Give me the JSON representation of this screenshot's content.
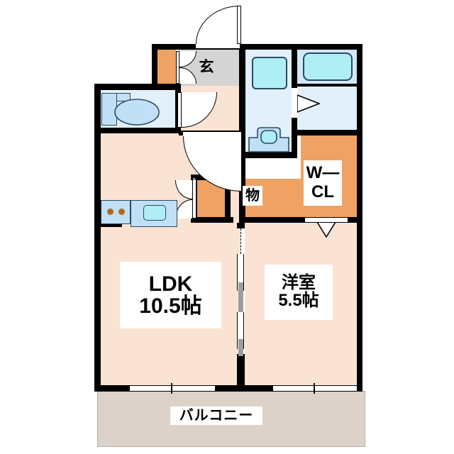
{
  "plan": {
    "type": "japanese-apartment-floorplan",
    "layout_type": "1LDK",
    "rooms": [
      {
        "id": "ldk",
        "name": "LDK",
        "size": "10.5帖",
        "floor_color": "#FBE3D4"
      },
      {
        "id": "bedroom",
        "name": "洋室",
        "size": "5.5帖",
        "floor_color": "#FBE3D4"
      },
      {
        "id": "entrance",
        "name": "玄",
        "size": "",
        "floor_color": "#D4D4D4"
      },
      {
        "id": "walkin",
        "name": "W—\nCL",
        "size": "",
        "floor_color": "#EFA263"
      },
      {
        "id": "storage",
        "name": "物",
        "size": "",
        "floor_color": "#EFA263"
      },
      {
        "id": "balcony",
        "name": "バルコニー",
        "size": "",
        "floor_color": "#DCD2C9"
      }
    ],
    "labels": {
      "ldk_name": "LDK",
      "ldk_size": "10.5帖",
      "bedroom_name": "洋室",
      "bedroom_size": "5.5帖",
      "entrance": "玄",
      "walkin_line1": "W—",
      "walkin_line2": "CL",
      "storage": "物",
      "balcony": "バルコニー"
    },
    "fixtures": [
      {
        "id": "kitchen-stove",
        "name": "2口コンロ"
      },
      {
        "id": "kitchen-sink",
        "name": "シンク"
      },
      {
        "id": "vanity-basin",
        "name": "洗面台"
      },
      {
        "id": "washer-pan",
        "name": "洗濯機置場"
      },
      {
        "id": "toilet",
        "name": "トイレ"
      },
      {
        "id": "bathtub",
        "name": "浴槽"
      },
      {
        "id": "shoe-cabinet",
        "name": "下駄箱"
      }
    ],
    "colors": {
      "wall": "#000000",
      "floor": "#FBE3D4",
      "entrance_floor": "#D4D4D4",
      "wet_floor": "#E2F0FB",
      "bath_floor": "#D2E7F8",
      "closet": "#EFA263",
      "balcony": "#DCD2C9",
      "fixture_fill": "#BFE0F5",
      "fixture_light": "#AFEEF4",
      "fixture_stroke": "#2B4A63",
      "burner": "#B4651A"
    }
  }
}
